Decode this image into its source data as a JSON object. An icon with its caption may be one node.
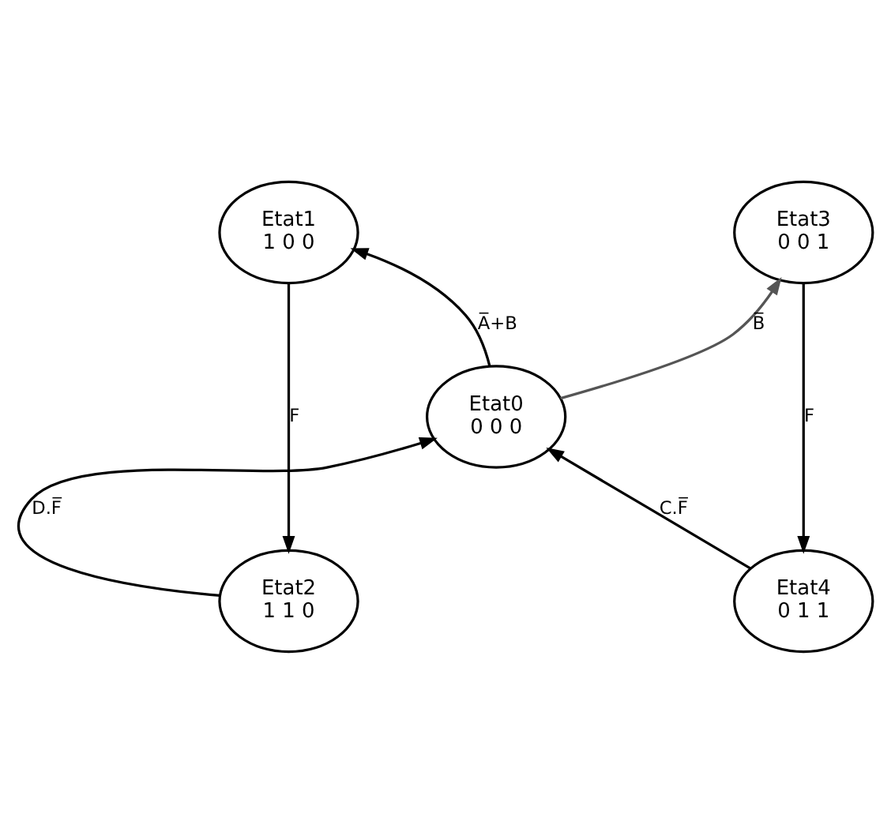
{
  "diagram": {
    "nodes": [
      {
        "text": [
          "Etat1",
          "1 0 0"
        ]
      },
      {
        "text": [
          "Etat3",
          "0 0 1"
        ]
      },
      {
        "text": [
          "Etat0",
          "0 0 0"
        ]
      },
      {
        "text": [
          "Etat2",
          "1 1 0"
        ]
      },
      {
        "text": [
          "Etat4",
          "0 1 1"
        ]
      }
    ],
    "edges": [
      {
        "from": 0,
        "to": 3,
        "arrow": "to",
        "label": "F"
      },
      {
        "from": 1,
        "to": 4,
        "arrow": "to",
        "label": "F"
      },
      {
        "from": 2,
        "to": 0,
        "arrow": "to",
        "label": "A̅+B"
      },
      {
        "from": 2,
        "to": 1,
        "arrow": "to",
        "label": "B̅",
        "color": "#555555"
      },
      {
        "from": 3,
        "to": 2,
        "arrow": "to",
        "label": "D.F̅"
      },
      {
        "from": 4,
        "to": 2,
        "arrow": "to",
        "label": "C.F̅"
      }
    ]
  }
}
